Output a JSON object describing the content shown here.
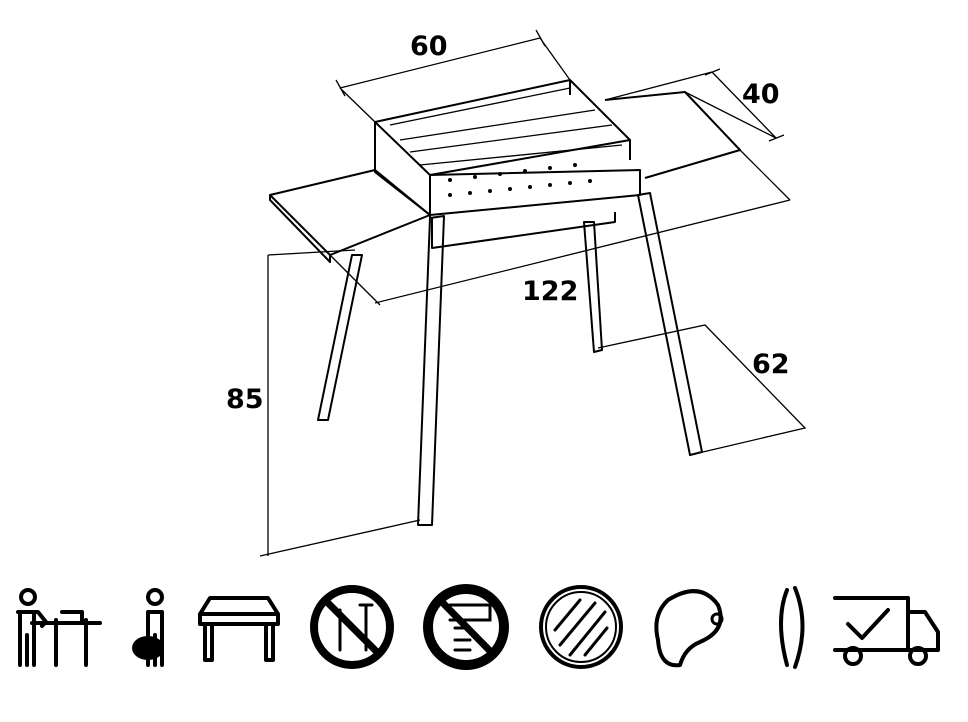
{
  "dimensions": {
    "width_top": "60",
    "depth_top": "40",
    "total_width": "122",
    "height": "85",
    "leg_depth": "62"
  },
  "icons": [
    "person-cooking-icon",
    "portable-carry-icon",
    "side-table-icon",
    "no-tools-needed-icon",
    "no-paint-icon",
    "grill-grate-icon",
    "steak-icon",
    "sausage-icon",
    "delivery-truck-check-icon"
  ]
}
